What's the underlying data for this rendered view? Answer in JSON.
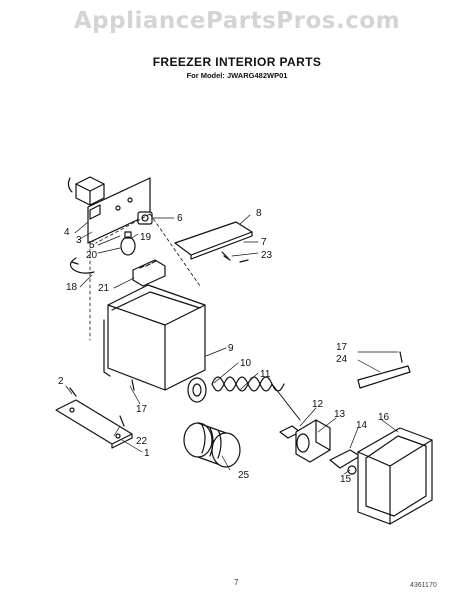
{
  "watermark": "AppliancePartsPros.com",
  "title": "FREEZER INTERIOR  PARTS",
  "model": "For Model: JWARG482WP01",
  "page_number": "7",
  "doc_code": "4361170",
  "callouts": [
    "1",
    "2",
    "3",
    "4",
    "5",
    "6",
    "7",
    "8",
    "9",
    "10",
    "11",
    "12",
    "13",
    "14",
    "15",
    "16",
    "17",
    "17",
    "18",
    "19",
    "20",
    "21",
    "22",
    "23",
    "24",
    "25"
  ]
}
